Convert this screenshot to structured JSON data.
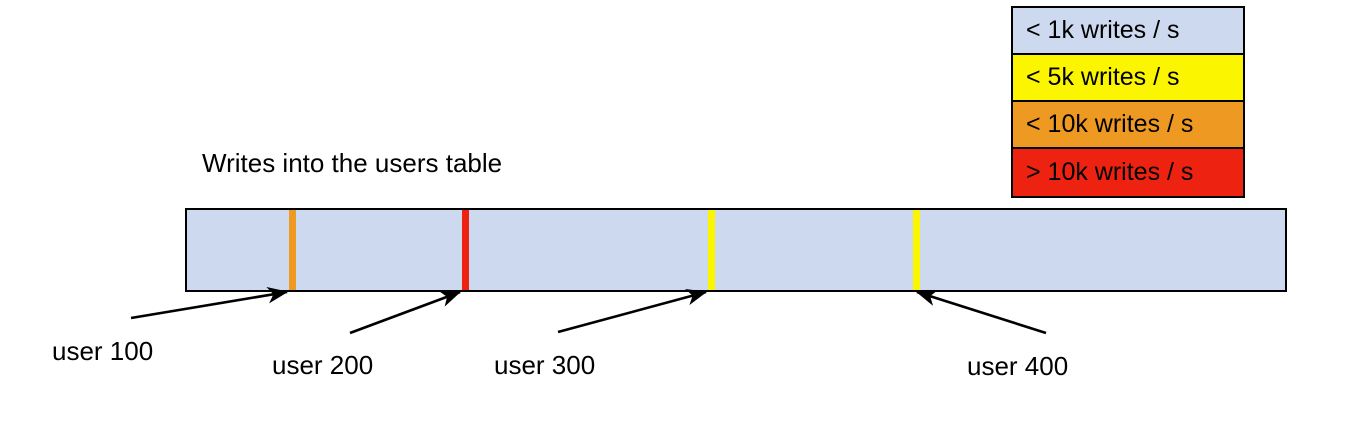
{
  "diagram": {
    "title": "Writes into the users table",
    "bar": {
      "fill_color": "#ccd9ef",
      "border_color": "#000000"
    },
    "legend": [
      {
        "label": "< 1k writes / s",
        "color": "#ccd9ef"
      },
      {
        "label": "< 5k writes / s",
        "color": "#fcf500"
      },
      {
        "label": "< 10k writes / s",
        "color": "#ee9922"
      },
      {
        "label": "> 10k writes / s",
        "color": "#ee2211"
      }
    ],
    "markers": [
      {
        "label": "user 100",
        "color": "#ee9922",
        "tier": "< 10k writes / s"
      },
      {
        "label": "user 200",
        "color": "#ee2211",
        "tier": "> 10k writes / s"
      },
      {
        "label": "user 300",
        "color": "#fcf500",
        "tier": "< 5k writes / s"
      },
      {
        "label": "user 400",
        "color": "#fcf500",
        "tier": "< 5k writes / s"
      }
    ]
  },
  "chart_data": {
    "type": "bar",
    "title": "Writes into the users table",
    "xlabel": "",
    "ylabel": "",
    "categories": [
      "user 100",
      "user 200",
      "user 300",
      "user 400"
    ],
    "values": [
      "< 10k writes / s",
      "> 10k writes / s",
      "< 5k writes / s",
      "< 5k writes / s"
    ],
    "legend_entries": [
      "< 1k writes / s",
      "< 5k writes / s",
      "< 10k writes / s",
      "> 10k writes / s"
    ],
    "legend_position": "top-right",
    "grid": false,
    "notes": "Horizontal range bar representing a users table keyspace; colored vertical markers flag hot rows by write rate. Bar background is the '< 1k writes / s' tier."
  }
}
